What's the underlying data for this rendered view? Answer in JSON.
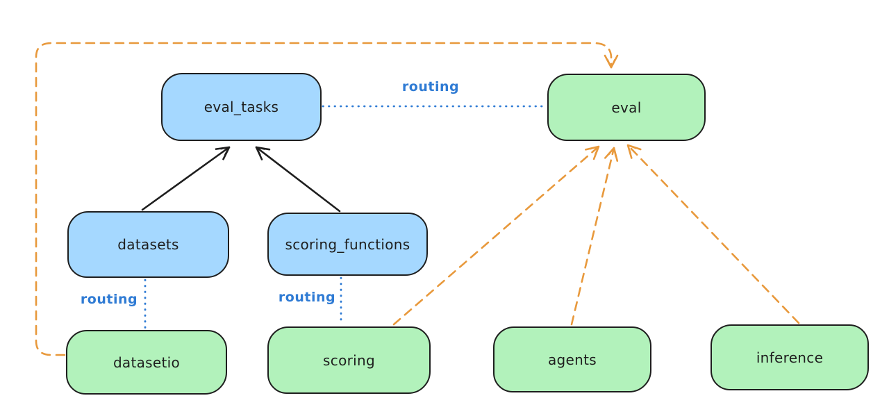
{
  "diagram": {
    "type": "flow-diagram",
    "colors": {
      "background": "#ffffff",
      "blue_node_fill": "#a5d8ff",
      "green_node_fill": "#b2f2bb",
      "node_stroke": "#1e1e1e",
      "routing_blue": "#2f7bd4",
      "orange_dashed": "#e8993c",
      "solid_arrow_black": "#1e1e1e"
    },
    "nodes": {
      "eval_tasks": {
        "label": "eval_tasks",
        "fill": "#a5d8ff"
      },
      "eval": {
        "label": "eval",
        "fill": "#b2f2bb"
      },
      "datasets": {
        "label": "datasets",
        "fill": "#a5d8ff"
      },
      "scoring_functions": {
        "label": "scoring_functions",
        "fill": "#a5d8ff"
      },
      "datasetio": {
        "label": "datasetio",
        "fill": "#b2f2bb"
      },
      "scoring": {
        "label": "scoring",
        "fill": "#b2f2bb"
      },
      "agents": {
        "label": "agents",
        "fill": "#b2f2bb"
      },
      "inference": {
        "label": "inference",
        "fill": "#b2f2bb"
      }
    },
    "edges": [
      {
        "from": "datasets",
        "to": "eval_tasks",
        "style": "solid",
        "color": "#1e1e1e",
        "arrow": true,
        "label": ""
      },
      {
        "from": "scoring_functions",
        "to": "eval_tasks",
        "style": "solid",
        "color": "#1e1e1e",
        "arrow": true,
        "label": ""
      },
      {
        "from": "eval_tasks",
        "to": "eval",
        "style": "dotted",
        "color": "#2f7bd4",
        "arrow": false,
        "label": "routing"
      },
      {
        "from": "datasets",
        "to": "datasetio",
        "style": "dotted",
        "color": "#2f7bd4",
        "arrow": false,
        "label": "routing"
      },
      {
        "from": "scoring_functions",
        "to": "scoring",
        "style": "dotted",
        "color": "#2f7bd4",
        "arrow": false,
        "label": "routing"
      },
      {
        "from": "datasetio",
        "to": "eval",
        "style": "dashed",
        "color": "#e8993c",
        "arrow": true,
        "label": "",
        "route": "around-left-and-top"
      },
      {
        "from": "scoring",
        "to": "eval",
        "style": "dashed",
        "color": "#e8993c",
        "arrow": true,
        "label": ""
      },
      {
        "from": "agents",
        "to": "eval",
        "style": "dashed",
        "color": "#e8993c",
        "arrow": true,
        "label": ""
      },
      {
        "from": "inference",
        "to": "eval",
        "style": "dashed",
        "color": "#e8993c",
        "arrow": true,
        "label": ""
      }
    ]
  }
}
